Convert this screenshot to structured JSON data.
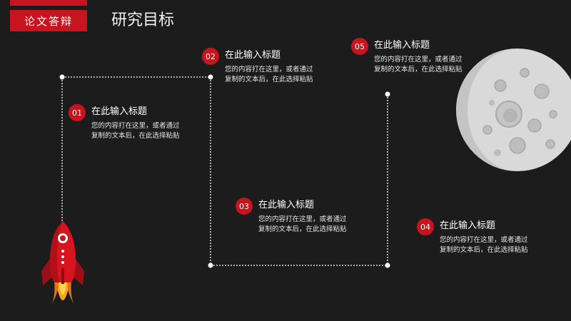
{
  "header": {
    "tag": "论文答辩",
    "title": "研究目标"
  },
  "items": [
    {
      "num": "01",
      "title": "在此输入标题",
      "body": "您的内容打在这里，或者通过复制的文本后，在此选择粘贴"
    },
    {
      "num": "02",
      "title": "在此输入标题",
      "body": "您的内容打在这里，或者通过复制的文本后，在此选择粘贴"
    },
    {
      "num": "03",
      "title": "在此输入标题",
      "body": "您的内容打在这里，或者通过复制的文本后，在此选择粘贴"
    },
    {
      "num": "04",
      "title": "在此输入标题",
      "body": "您的内容打在这里，或者通过复制的文本后，在此选择粘贴"
    },
    {
      "num": "05",
      "title": "在此输入标题",
      "body": "您的内容打在这里，或者通过复制的文本后，在此选择粘贴"
    }
  ],
  "colors": {
    "accent": "#c8141e",
    "background": "#1c1c1c",
    "moon": "#d9d9d9"
  },
  "icons": {
    "rocket": "rocket-icon",
    "moon": "moon-icon"
  }
}
